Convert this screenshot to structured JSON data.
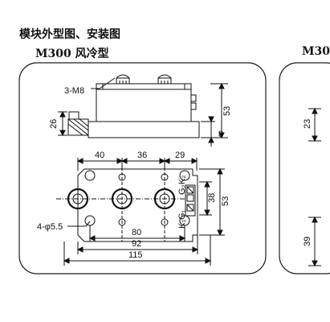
{
  "header": {
    "title": "模块外型图、安装图",
    "subtitle": "M300 风冷型",
    "subtitle_right": "M30"
  },
  "side_view": {
    "label_screw": "3-M8",
    "dim_height_total": "53",
    "dim_base": "26",
    "dim_flange": "8"
  },
  "top_view": {
    "dim_top_1": "40",
    "dim_top_2": "36",
    "dim_top_3": "29",
    "dim_right_38": "38",
    "dim_right_53": "53",
    "label_hole": "4-φ5.5",
    "dim_80": "80",
    "dim_92": "92",
    "dim_115": "115",
    "label_g2k2": "G₂K₂",
    "label_k1g1": "K₁G₁"
  },
  "right_partial": {
    "dim_23": "23",
    "dim_39": "39"
  }
}
